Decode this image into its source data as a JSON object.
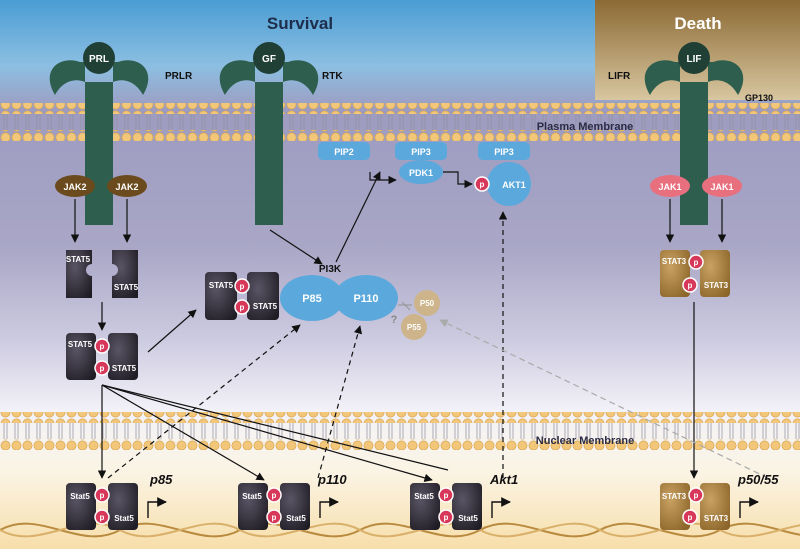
{
  "header": {
    "survival": "Survival",
    "death": "Death"
  },
  "membranes": {
    "plasma": "Plasma Membrane",
    "nuclear": "Nuclear Membrane"
  },
  "receptors": {
    "prl_ligand": "PRL",
    "prl_receptor": "PRLR",
    "gf_ligand": "GF",
    "gf_receptor": "RTK",
    "lif_ligand": "LIF",
    "lif_receptor": "LIFR",
    "gp130": "GP130"
  },
  "kinases": {
    "jak2": "JAK2",
    "jak1": "JAK1"
  },
  "signaling": {
    "pip2": "PIP2",
    "pip3": "PIP3",
    "pdk1": "PDK1",
    "akt1": "AKT1",
    "pi3k": "PI3K",
    "p85": "P85",
    "p110": "P110",
    "p50": "P50",
    "p55": "P55",
    "question": "?",
    "phospho": "p"
  },
  "stat": {
    "stat5": "STAT5",
    "stat5_nuclear": "Stat5",
    "stat3": "STAT3"
  },
  "genes": {
    "p85": "p85",
    "p110": "p110",
    "akt1": "Akt1",
    "p50_55": "p50/55"
  },
  "colors": {
    "receptor": "#2e5e4e",
    "jak2": "#6b4a1e",
    "jak1": "#e86f7e",
    "stat5": "#2a2730",
    "stat3": "#a07a35",
    "pi3k": "#5aa8dc",
    "p50_p55": "#cdb48a",
    "phospho": "#d7385a",
    "membrane_bead": "#f2c77a"
  }
}
